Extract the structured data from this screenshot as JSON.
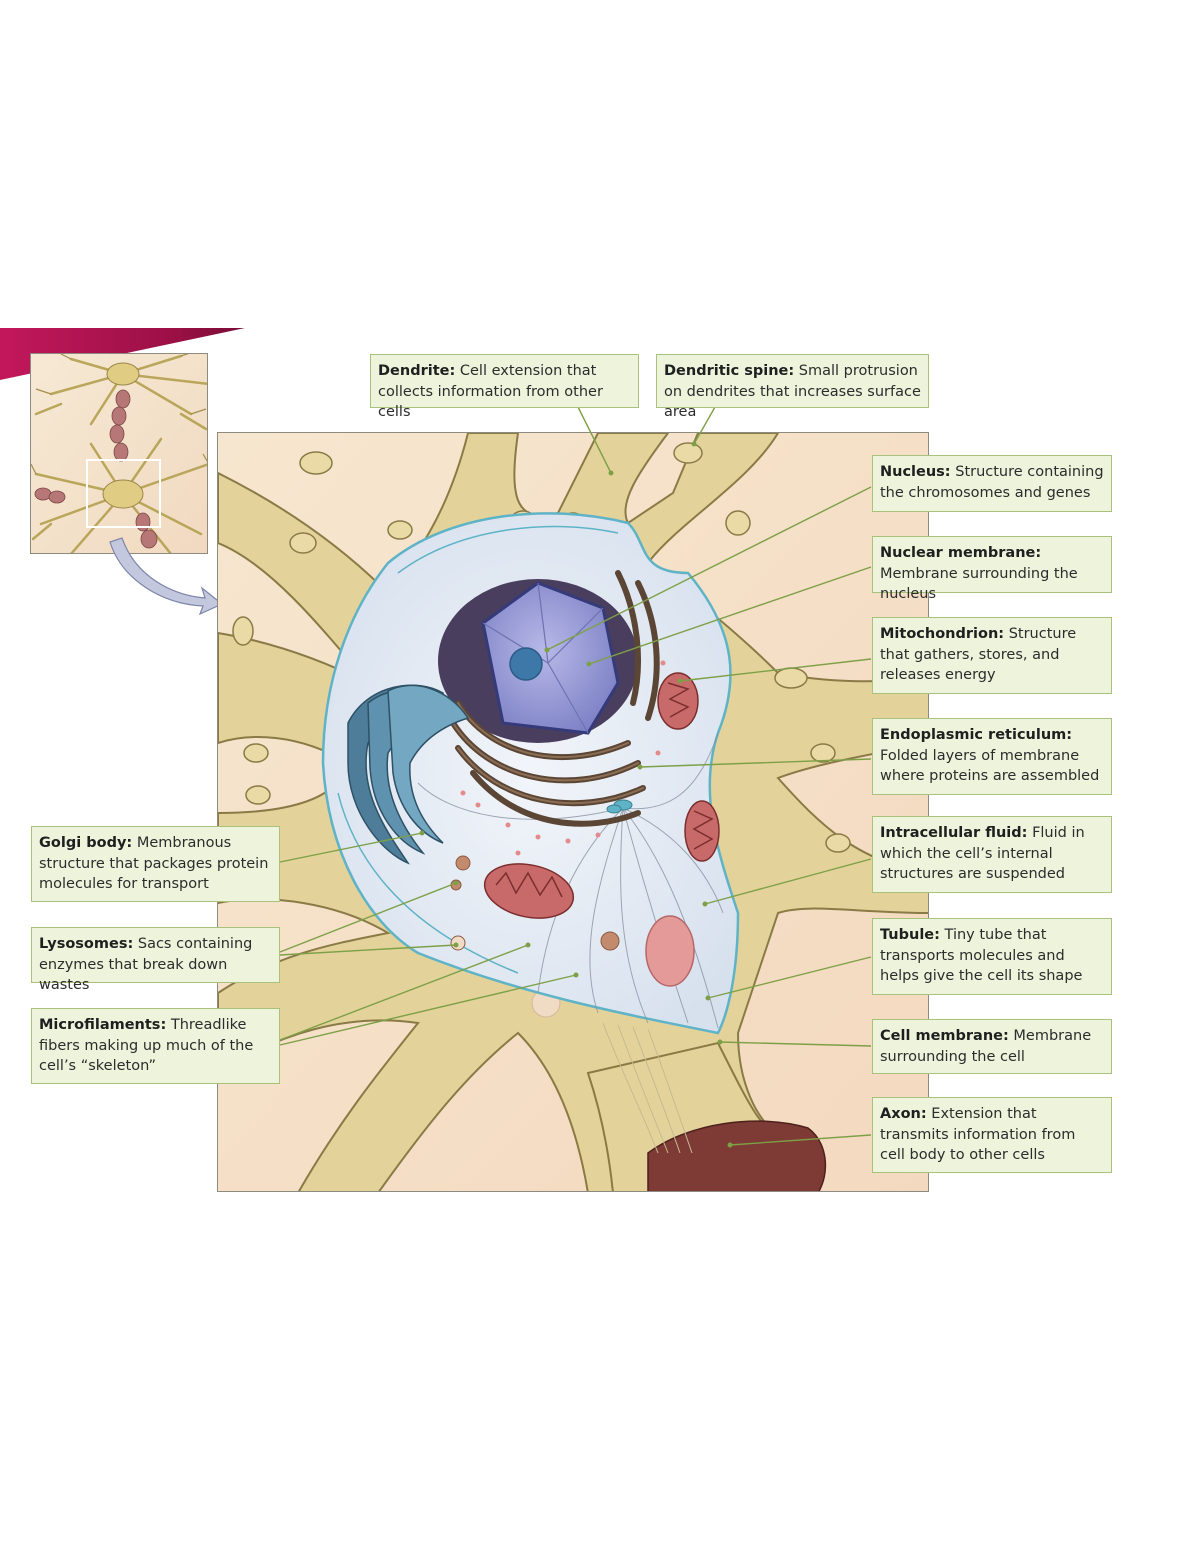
{
  "colors": {
    "accent_bar": "#c2185b",
    "label_fill": "#eef3dc",
    "label_border": "#a9c27b",
    "leader_line": "#7da047",
    "neuron_body": "#e3d39b",
    "neuron_outline": "#8a7a45",
    "background": "#f7e3c9",
    "cytoplasm": "#e8eef6",
    "nucleus": "#8d8fce",
    "nucleolus": "#3d78a8",
    "golgi": "#4d7d99",
    "endoplasmic_reticulum": "#5b4636",
    "mitochondrion": "#c96a6a",
    "axon_terminal": "#7e3a34",
    "cell_membrane_edge": "#5fb3c6"
  },
  "labels": {
    "dendrite": {
      "term": "Dendrite:",
      "text": "Cell extension that collects information from other cells"
    },
    "dendritic_spine": {
      "term": "Dendritic spine:",
      "text": "Small protrusion on dendrites that increases surface area"
    },
    "nucleus": {
      "term": "Nucleus:",
      "text": "Structure containing the chromosomes and genes"
    },
    "nuclear_membrane": {
      "term": "Nuclear membrane:",
      "text": "Membrane surrounding the nucleus"
    },
    "mitochondrion": {
      "term": "Mitochondrion:",
      "text": "Structure that gathers, stores, and releases energy"
    },
    "endoplasmic_reticulum": {
      "term": "Endoplasmic reticulum:",
      "text": "Folded layers of membrane where proteins are assembled"
    },
    "intracellular_fluid": {
      "term": "Intracellular fluid:",
      "text": "Fluid in which the  cell’s internal structures are suspended"
    },
    "tubule": {
      "term": "Tubule:",
      "text": "Tiny tube that transports molecules and helps give the cell its shape"
    },
    "cell_membrane": {
      "term": "Cell membrane:",
      "text": "Membrane surrounding the cell"
    },
    "axon": {
      "term": "Axon:",
      "text": "Extension that transmits information from cell body to other cells"
    },
    "golgi_body": {
      "term": "Golgi body:",
      "text": "Membranous structure that packages protein molecules for transport"
    },
    "lysosomes": {
      "term": "Lysosomes:",
      "text": "Sacs containing enzymes that break down wastes"
    },
    "microfilaments": {
      "term": "Microfilaments:",
      "text": "Threadlike fibers making up much of  the cell’s “skeleton”"
    }
  }
}
